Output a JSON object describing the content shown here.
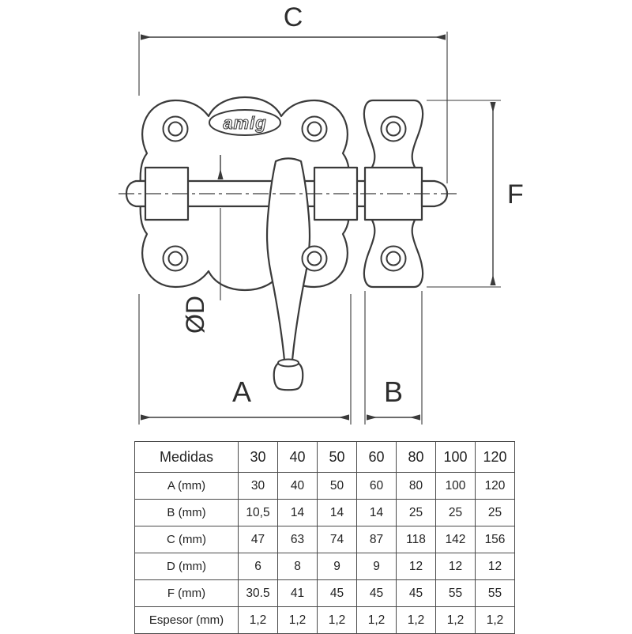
{
  "diagram": {
    "logo_text": "amig",
    "labels": {
      "c": "C",
      "f": "F",
      "a": "A",
      "b": "B",
      "d": "ØD"
    },
    "ink_color": "#3a3a3a"
  },
  "table": {
    "header": [
      "Medidas",
      "30",
      "40",
      "50",
      "60",
      "80",
      "100",
      "120"
    ],
    "rows": [
      {
        "label": "A (mm)",
        "values": [
          "30",
          "40",
          "50",
          "60",
          "80",
          "100",
          "120"
        ]
      },
      {
        "label": "B (mm)",
        "values": [
          "10,5",
          "14",
          "14",
          "14",
          "25",
          "25",
          "25"
        ]
      },
      {
        "label": "C (mm)",
        "values": [
          "47",
          "63",
          "74",
          "87",
          "118",
          "142",
          "156"
        ]
      },
      {
        "label": "D (mm)",
        "values": [
          "6",
          "8",
          "9",
          "9",
          "12",
          "12",
          "12"
        ]
      },
      {
        "label": "F (mm)",
        "values": [
          "30.5",
          "41",
          "45",
          "45",
          "45",
          "55",
          "55"
        ]
      },
      {
        "label": "Espesor (mm)",
        "values": [
          "1,2",
          "1,2",
          "1,2",
          "1,2",
          "1,2",
          "1,2",
          "1,2"
        ]
      }
    ]
  }
}
